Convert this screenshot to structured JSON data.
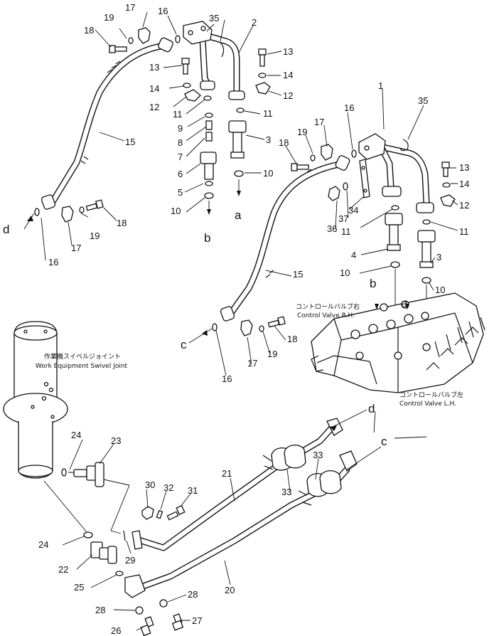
{
  "diagram": {
    "callouts": [
      "1",
      "2",
      "3",
      "4",
      "5",
      "6",
      "7",
      "8",
      "9",
      "10",
      "11",
      "12",
      "13",
      "14",
      "15",
      "16",
      "17",
      "18",
      "19",
      "20",
      "21",
      "22",
      "23",
      "24",
      "25",
      "26",
      "27",
      "28",
      "29",
      "30",
      "31",
      "32",
      "33",
      "34",
      "35",
      "36",
      "37"
    ],
    "letters": [
      "a",
      "b",
      "c",
      "d"
    ],
    "captions": {
      "control_valve_rh_jp": "コントロールバルブ右",
      "control_valve_rh_en": "Control Valve R.H.",
      "swivel_joint_jp": "作業機スイベルジョイント",
      "swivel_joint_en": "Work Equipment Swivel Joint",
      "control_valve_lh_jp": "コントロールバルブ左",
      "control_valve_lh_en": "Control Valve L.H."
    }
  }
}
